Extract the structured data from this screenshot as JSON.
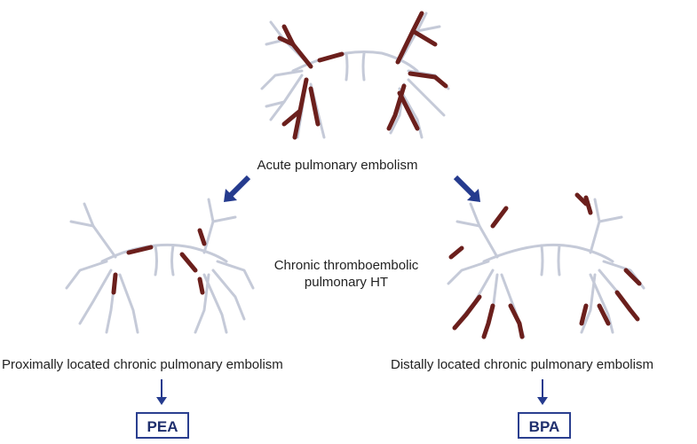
{
  "labels": {
    "acute": "Acute pulmonary embolism",
    "chronic_line1": "Chronic thromboembolic",
    "chronic_line2": "pulmonary HT",
    "proximal": "Proximally located chronic pulmonary embolism",
    "distal": "Distally located chronic pulmonary embolism"
  },
  "boxes": {
    "left": "PEA",
    "right": "BPA"
  },
  "colors": {
    "vessel_outline": "#c5cad8",
    "vessel_fill": "#ffffff",
    "clot": "#6b1f1c",
    "arrow_blue": "#253b8e",
    "text": "#222222"
  }
}
